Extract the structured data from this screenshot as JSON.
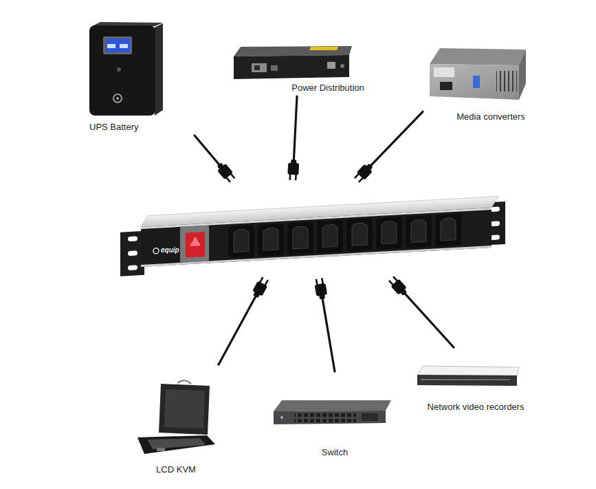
{
  "diagram": {
    "nodes": [
      {
        "text": [
          "UPS Battery"
        ]
      },
      {
        "text": [
          "Power Distribution"
        ]
      },
      {
        "text": [
          "Media converters"
        ]
      },
      {
        "text": [
          "equip"
        ]
      },
      {
        "text": [
          "LCD KVM"
        ]
      },
      {
        "text": [
          "Switch"
        ]
      },
      {
        "text": [
          "Network video recorders"
        ]
      }
    ],
    "edges": [
      {
        "from": 0,
        "to": 3,
        "arrow": "none"
      },
      {
        "from": 1,
        "to": 3,
        "arrow": "none"
      },
      {
        "from": 2,
        "to": 3,
        "arrow": "none"
      },
      {
        "from": 4,
        "to": 3,
        "arrow": "none"
      },
      {
        "from": 5,
        "to": 3,
        "arrow": "none"
      },
      {
        "from": 6,
        "to": 3,
        "arrow": "none"
      }
    ]
  }
}
